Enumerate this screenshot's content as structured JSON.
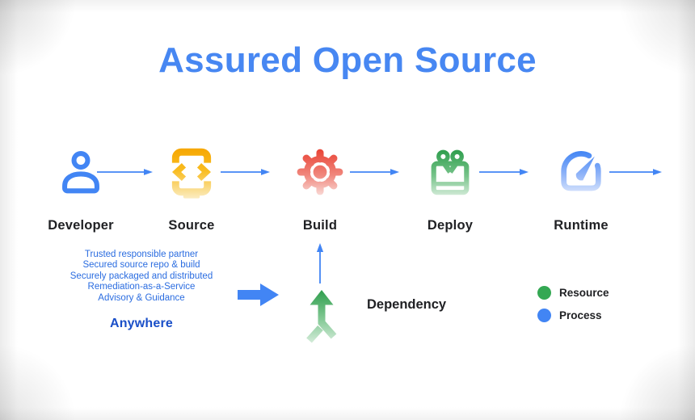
{
  "title": "Assured Open Source",
  "pipeline": {
    "stages": [
      {
        "label": "Developer",
        "icon": "person-icon",
        "color": "#4285F4",
        "type": "process"
      },
      {
        "label": "Source",
        "icon": "code-screen-icon",
        "color": "#F9AB00",
        "type": "resource"
      },
      {
        "label": "Build",
        "icon": "gear-icon",
        "color": "#EA4335",
        "type": "resource"
      },
      {
        "label": "Deploy",
        "icon": "gift-box-icon",
        "color": "#34A853",
        "type": "resource"
      },
      {
        "label": "Runtime",
        "icon": "gauge-icon",
        "color": "#4285F4",
        "type": "resource"
      }
    ],
    "flow": [
      "Developer -> Source",
      "Source -> Build",
      "Build -> Deploy",
      "Deploy -> Runtime",
      "Runtime -> (out)",
      "Dependency -> Build"
    ]
  },
  "benefits": {
    "items": [
      "Trusted responsible partner",
      "Secured source repo & build",
      "Securely packaged and distributed",
      "Remediation-as-a-Service",
      "Advisory & Guidance"
    ],
    "footer": "Anywhere"
  },
  "dependency": {
    "label": "Dependency",
    "icon": "merge-arrow-icon",
    "color": "#34A853"
  },
  "legend": {
    "items": [
      {
        "label": "Resource",
        "color": "#34A853"
      },
      {
        "label": "Process",
        "color": "#4285F4"
      }
    ]
  },
  "colors": {
    "title": "#4787F2",
    "arrow": "#4285F4",
    "benefit_text": "#2A6CE0",
    "anywhere_text": "#1A4FC8",
    "label_text": "#202124"
  }
}
